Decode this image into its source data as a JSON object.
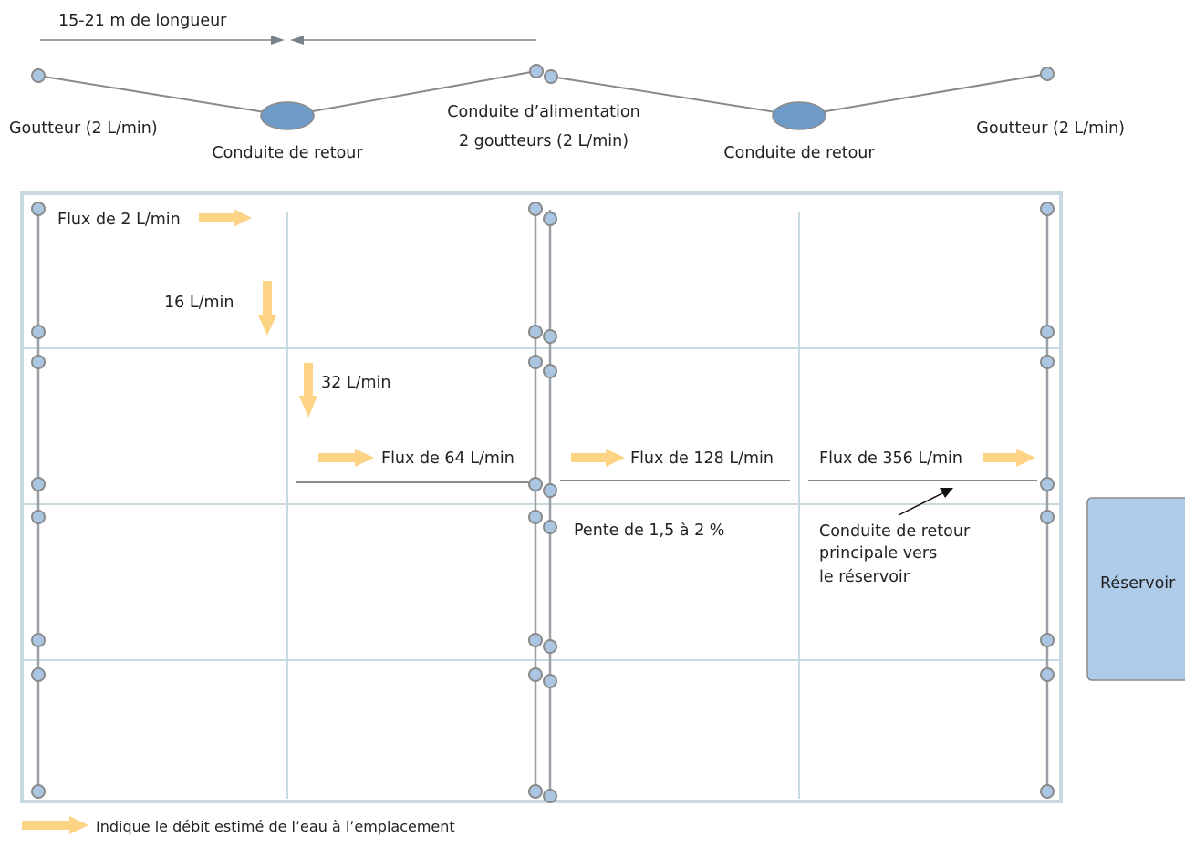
{
  "top": {
    "length_label": "15-21 m de longueur",
    "emitter_left": "Goutteur (2 L/min)",
    "emitter_right": "Goutteur (2 L/min)",
    "return_left": "Conduite de retour",
    "return_right": "Conduite de retour",
    "feed_line_1": "Conduite d’alimentation",
    "feed_line_2": "2 goutteurs (2 L/min)"
  },
  "layout": {
    "flow_2": "Flux de 2 L/min",
    "flow_16": "16 L/min",
    "flow_32": "32 L/min",
    "flow_64": "Flux de 64 L/min",
    "flow_128": "Flux de 128 L/min",
    "flow_356": "Flux de 356 L/min",
    "slope": "Pente de 1,5 à 2 %",
    "main_return_1": "Conduite de retour",
    "main_return_2": "principale vers",
    "main_return_3": "le réservoir",
    "reservoir": "Réservoir"
  },
  "legend": {
    "text": "Indique le débit estimé de l’eau à l’emplacement"
  },
  "colors": {
    "flow_arrow": "#fdd486",
    "node": "#aac6e2",
    "return_ellipse": "#6f9bc8",
    "reservoir": "#aeccea",
    "frame": "#c9d9e2"
  }
}
